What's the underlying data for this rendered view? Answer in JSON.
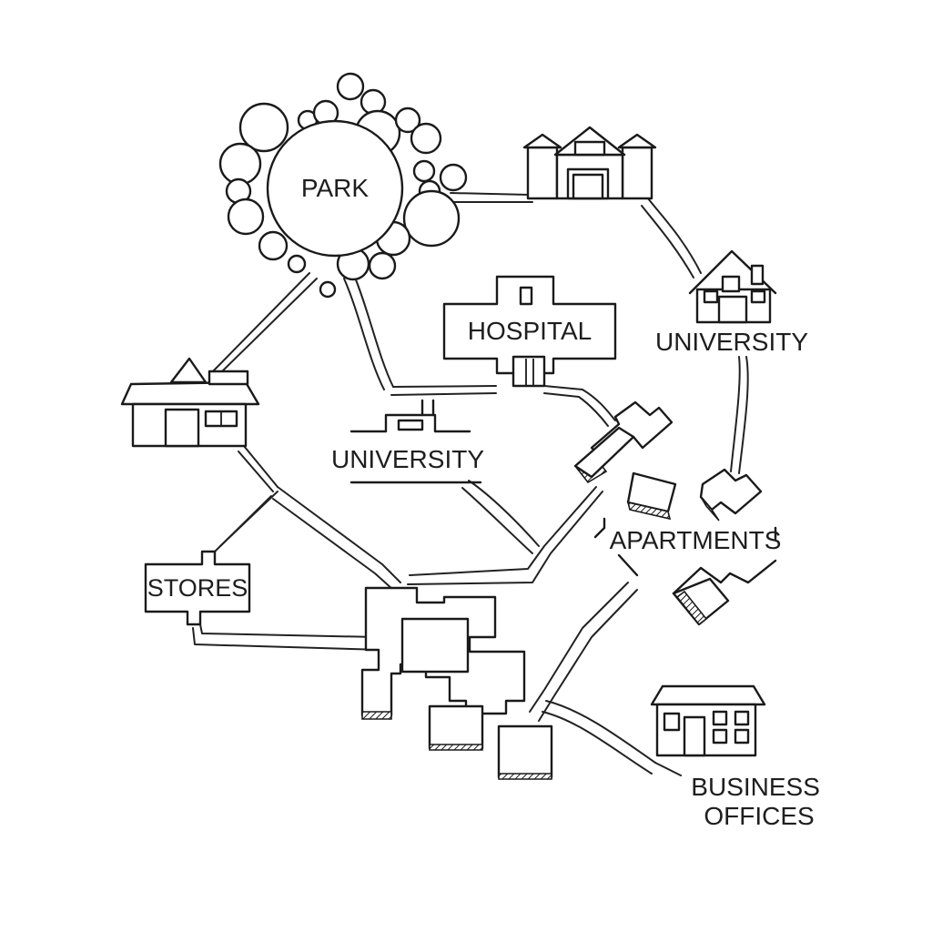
{
  "diagram": {
    "nodes": [
      {
        "id": "park",
        "label": "PARK",
        "icon": "park-trees"
      },
      {
        "id": "university-top",
        "label": "",
        "icon": "university-building"
      },
      {
        "id": "university-right",
        "label": "UNIVERSITY",
        "icon": "house-icon"
      },
      {
        "id": "hospital",
        "label": "HOSPITAL",
        "icon": "hospital-cross"
      },
      {
        "id": "house-left",
        "label": "",
        "icon": "house-icon"
      },
      {
        "id": "university-center",
        "label": "UNIVERSITY",
        "icon": "university-plan"
      },
      {
        "id": "apartments",
        "label": "APARTMENTS",
        "icon": "apartment-blocks"
      },
      {
        "id": "stores",
        "label": "STORES",
        "icon": "store-sign"
      },
      {
        "id": "central-blocks",
        "label": "",
        "icon": "building-blocks"
      },
      {
        "id": "business-offices",
        "label_lines": [
          "BUSINESS",
          "OFFICES"
        ],
        "icon": "office-building"
      }
    ],
    "colors": {
      "ink": "#1a1a1a",
      "background": "#ffffff"
    }
  }
}
